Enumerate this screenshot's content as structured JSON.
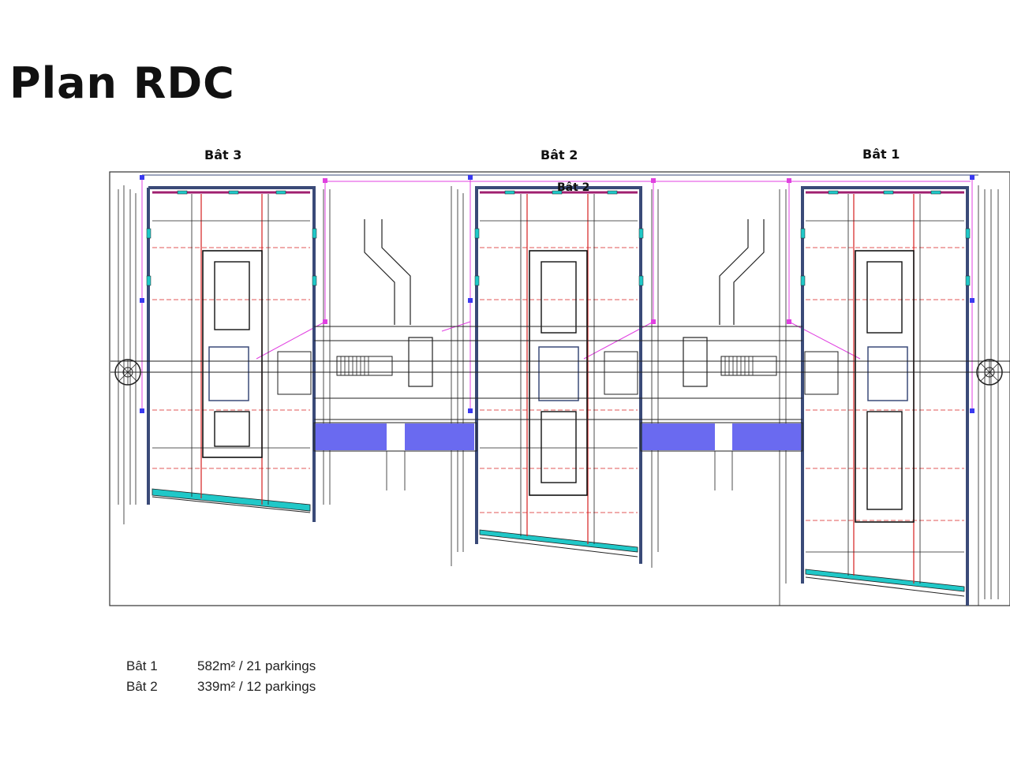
{
  "title": "Plan RDC",
  "buildings": {
    "bat3": "Bât 3",
    "bat2": "Bât 2",
    "bat2_inner": "Bât 2",
    "bat1": "Bât 1"
  },
  "summary": [
    {
      "name": "Bât 1",
      "value": "582m² / 21 parkings"
    },
    {
      "name": "Bât 2",
      "value": "339m² / 12 parkings"
    }
  ],
  "colors": {
    "wall": "#3a4a78",
    "grid_red": "#d62020",
    "pink": "#e040e0",
    "blue_fill": "#6a6af0",
    "cyan": "#20c8c8",
    "line": "#222222"
  }
}
